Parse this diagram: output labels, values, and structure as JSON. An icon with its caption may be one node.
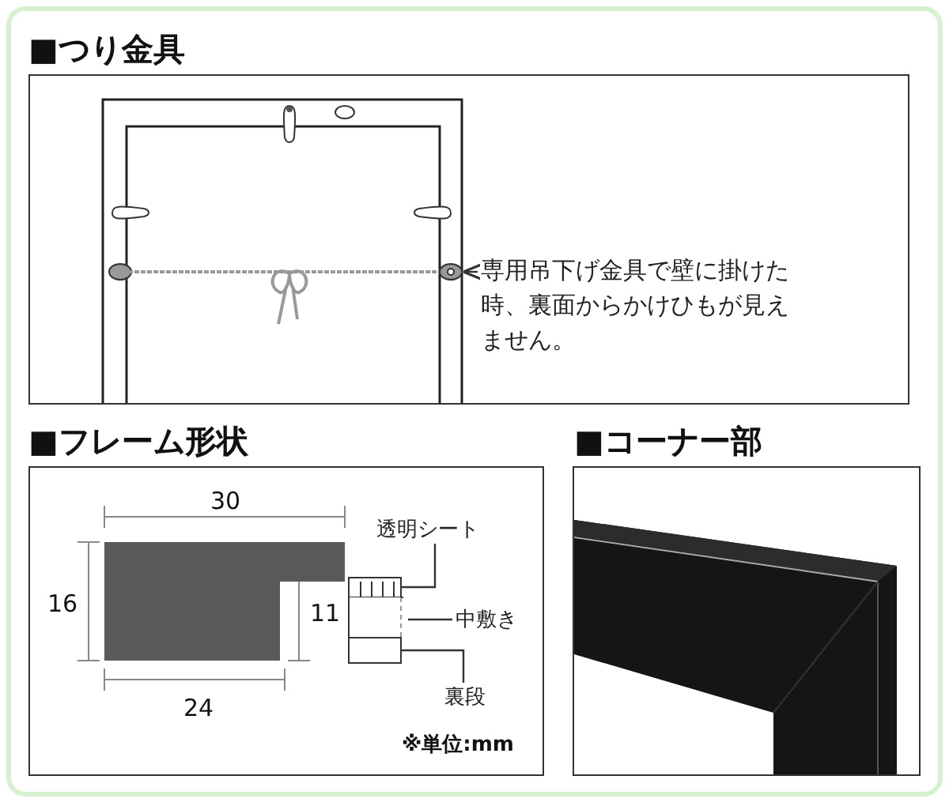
{
  "diagram": {
    "nodes": [
      {
        "text": [
          "専用吊下げ金具で壁に掛けた時、裏面からかけひもが見えません。"
        ]
      },
      {
        "text": [],
        "shape": "picture"
      },
      {
        "text": [
          "透明シート"
        ]
      },
      {
        "text": [],
        "shape": "box"
      },
      {
        "text": [
          "中敷き"
        ]
      },
      {
        "text": [],
        "shape": "box"
      },
      {
        "text": [
          "裏段"
        ]
      },
      {
        "text": [],
        "shape": "box"
      }
    ],
    "edges": [
      {
        "from": 0,
        "to": 1,
        "arrow": "to"
      },
      {
        "from": 2,
        "to": 3,
        "arrow": "none"
      },
      {
        "from": 4,
        "to": 5,
        "arrow": "none"
      },
      {
        "from": 6,
        "to": 7,
        "arrow": "none"
      }
    ],
    "labels": [
      "■つり金具",
      "■フレーム形状",
      "■コーナー部",
      "30",
      "16",
      "11",
      "24",
      "※単位:mm"
    ]
  }
}
